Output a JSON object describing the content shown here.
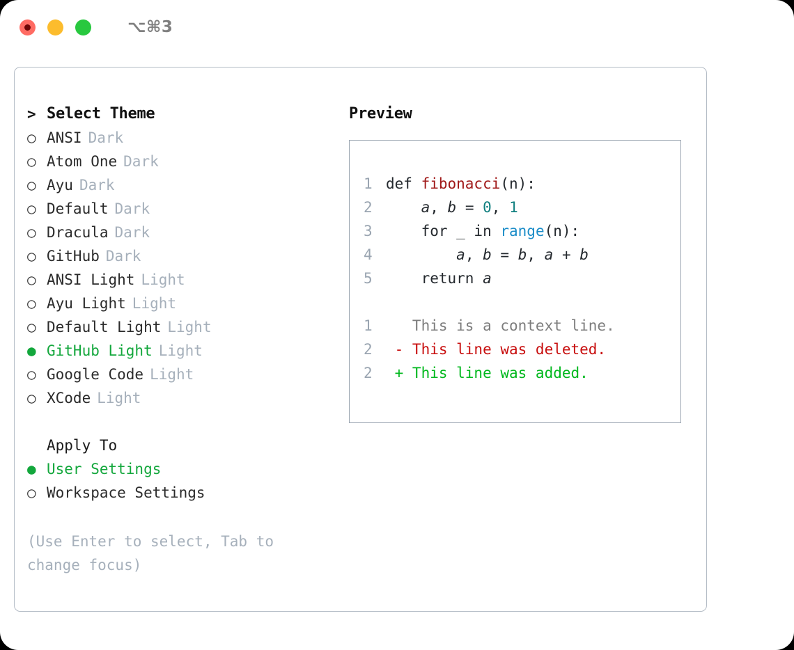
{
  "titlebar": {
    "shortcut": "⌥⌘3",
    "lights": [
      "red-recording",
      "yellow",
      "green"
    ]
  },
  "theme_picker": {
    "header": {
      "marker": ">",
      "label": "Select Theme"
    },
    "marker_unselected": "○",
    "marker_selected": "●",
    "items": [
      {
        "name": "ANSI",
        "variant": "Dark",
        "selected": false
      },
      {
        "name": "Atom One",
        "variant": "Dark",
        "selected": false
      },
      {
        "name": "Ayu",
        "variant": "Dark",
        "selected": false
      },
      {
        "name": "Default",
        "variant": "Dark",
        "selected": false
      },
      {
        "name": "Dracula",
        "variant": "Dark",
        "selected": false
      },
      {
        "name": "GitHub",
        "variant": "Dark",
        "selected": false
      },
      {
        "name": "ANSI Light",
        "variant": "Light",
        "selected": false
      },
      {
        "name": "Ayu Light",
        "variant": "Light",
        "selected": false
      },
      {
        "name": "Default Light",
        "variant": "Light",
        "selected": false
      },
      {
        "name": "GitHub Light",
        "variant": "Light",
        "selected": true
      },
      {
        "name": "Google Code",
        "variant": "Light",
        "selected": false
      },
      {
        "name": "XCode",
        "variant": "Light",
        "selected": false
      }
    ]
  },
  "apply_to": {
    "title": "Apply To",
    "options": [
      {
        "label": "User Settings",
        "selected": true
      },
      {
        "label": "Workspace Settings",
        "selected": false
      }
    ]
  },
  "hint": "(Use Enter to select, Tab to change focus)",
  "preview": {
    "label": "Preview",
    "code_lines": [
      {
        "no": "1",
        "tokens": [
          {
            "t": "def ",
            "c": "plain"
          },
          {
            "t": "fibonacci",
            "c": "fn"
          },
          {
            "t": "(n):",
            "c": "plain"
          }
        ]
      },
      {
        "no": "2",
        "tokens": [
          {
            "t": "    ",
            "c": "plain"
          },
          {
            "t": "a",
            "c": "var"
          },
          {
            "t": ", ",
            "c": "plain"
          },
          {
            "t": "b",
            "c": "var"
          },
          {
            "t": " = ",
            "c": "plain"
          },
          {
            "t": "0",
            "c": "num"
          },
          {
            "t": ", ",
            "c": "plain"
          },
          {
            "t": "1",
            "c": "num"
          }
        ]
      },
      {
        "no": "3",
        "tokens": [
          {
            "t": "    for _ in ",
            "c": "plain"
          },
          {
            "t": "range",
            "c": "call"
          },
          {
            "t": "(n):",
            "c": "plain"
          }
        ]
      },
      {
        "no": "4",
        "tokens": [
          {
            "t": "        ",
            "c": "plain"
          },
          {
            "t": "a",
            "c": "var"
          },
          {
            "t": ", ",
            "c": "plain"
          },
          {
            "t": "b",
            "c": "var"
          },
          {
            "t": " = ",
            "c": "plain"
          },
          {
            "t": "b",
            "c": "var"
          },
          {
            "t": ", ",
            "c": "plain"
          },
          {
            "t": "a",
            "c": "var"
          },
          {
            "t": " + ",
            "c": "plain"
          },
          {
            "t": "b",
            "c": "var"
          }
        ]
      },
      {
        "no": "5",
        "tokens": [
          {
            "t": "    return ",
            "c": "plain"
          },
          {
            "t": "a",
            "c": "var"
          }
        ]
      }
    ],
    "diff_lines": [
      {
        "no": "1",
        "kind": "ctx",
        "text": "   This is a context line."
      },
      {
        "no": "2",
        "kind": "del",
        "text": " - This line was deleted."
      },
      {
        "no": "2",
        "kind": "add",
        "text": " + This line was added."
      }
    ]
  },
  "colors": {
    "accent_green": "#13a73c",
    "muted": "#a6b0bb",
    "diff_add": "#00b81d",
    "diff_del": "#c80f0f",
    "fn_red": "#a01919",
    "num_teal": "#0f7f7f",
    "call_blue": "#1a8cc8",
    "border": "#b4bcc6"
  }
}
